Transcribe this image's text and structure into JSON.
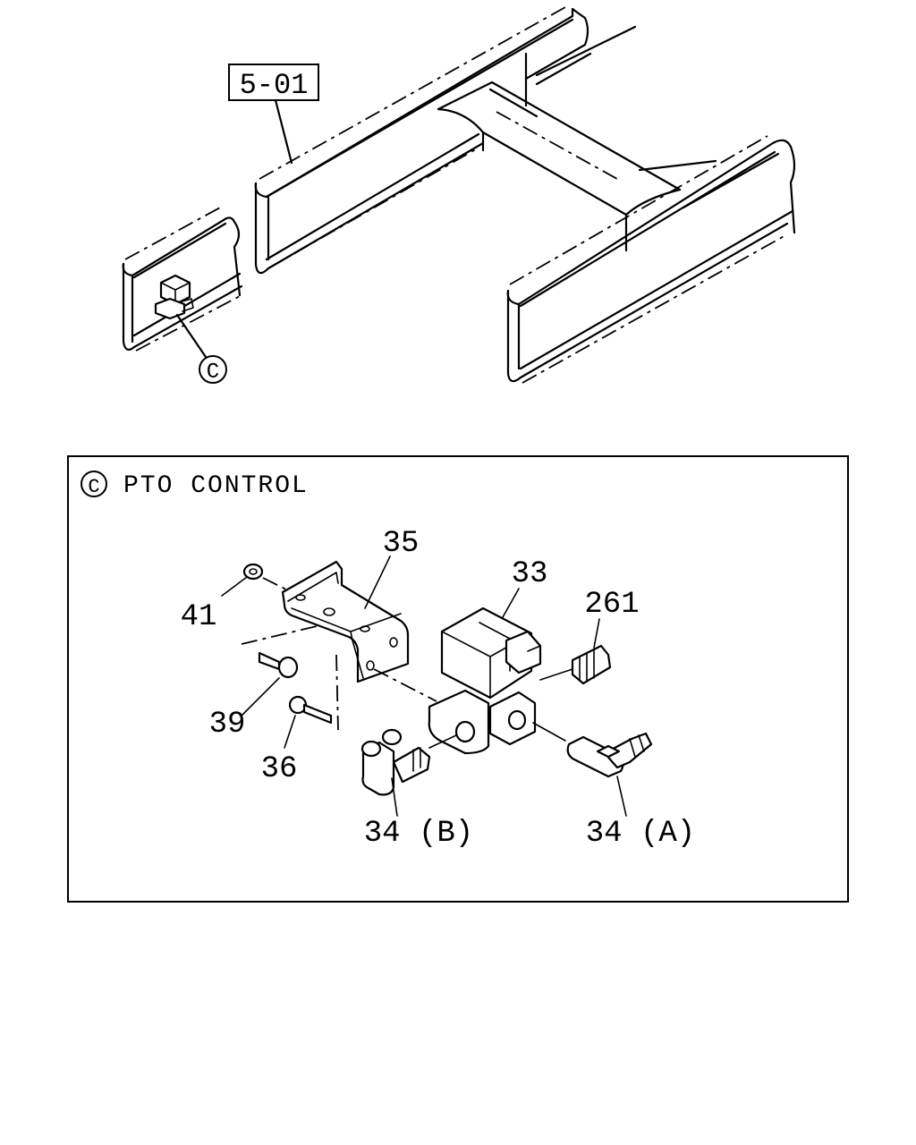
{
  "reference": {
    "label": "5-01"
  },
  "detail_marker": {
    "letter": "C"
  },
  "detail_box": {
    "title": "PTO CONTROL"
  },
  "callouts": {
    "p35": "35",
    "p33": "33",
    "p261": "261",
    "p41": "41",
    "p39": "39",
    "p36": "36",
    "p34b": "34 (B)",
    "p34a": "34 (A)"
  }
}
